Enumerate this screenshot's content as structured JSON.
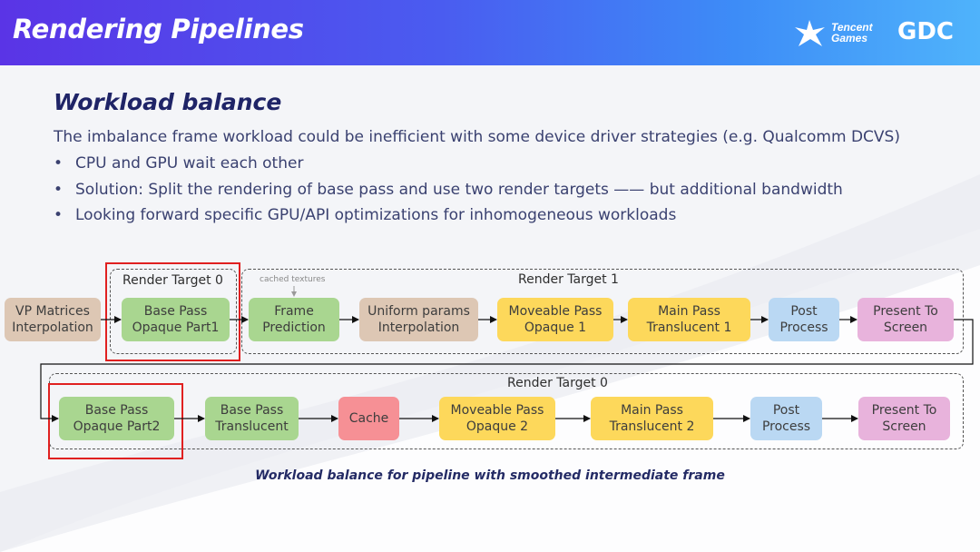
{
  "header": {
    "title": "Rendering Pipelines",
    "logo_tencent_line1": "Tencent",
    "logo_tencent_line2": "Games",
    "logo_gdc": "GDC"
  },
  "section": {
    "title": "Workload balance",
    "intro": "The imbalance frame workload could be inefficient with some device driver strategies (e.g. Qualcomm DCVS)",
    "bullets": [
      "CPU and GPU wait each other",
      "Solution: Split the rendering of base pass and use two render targets —— but additional bandwidth",
      "Looking forward specific GPU/API optimizations for inhomogeneous workloads"
    ]
  },
  "diagram": {
    "groups": {
      "rt0_top": "Render Target 0",
      "rt1_top": "Render Target 1",
      "rt0_bottom": "Render Target 0"
    },
    "note": "cached textures",
    "row1": [
      "VP Matrices\nInterpolation",
      "Base Pass\nOpaque Part1",
      "Frame\nPrediction",
      "Uniform params\nInterpolation",
      "Moveable Pass\nOpaque 1",
      "Main Pass\nTranslucent 1",
      "Post\nProcess",
      "Present To\nScreen"
    ],
    "row2": [
      "Base Pass\nOpaque Part2",
      "Base Pass\nTranslucent",
      "Cache",
      "Moveable Pass\nOpaque 2",
      "Main Pass\nTranslucent 2",
      "Post\nProcess",
      "Present To\nScreen"
    ],
    "colors": {
      "tan": "#ddc7b4",
      "green": "#a9d690",
      "yellow": "#fdd85b",
      "blue": "#bad8f3",
      "pink": "#e8b3dc",
      "red": "#f69095",
      "highlight": "#e02020"
    }
  },
  "caption": "Workload balance for pipeline with smoothed intermediate frame"
}
